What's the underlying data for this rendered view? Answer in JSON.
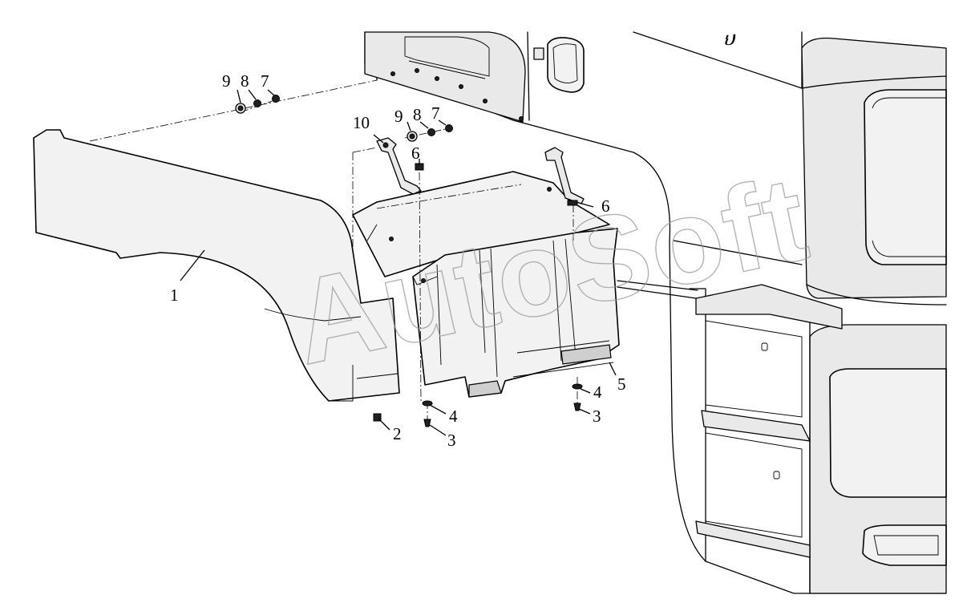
{
  "watermark": "AutoSoft",
  "cab_emblem": "ህ",
  "callouts": [
    {
      "id": "c1",
      "label": "1"
    },
    {
      "id": "c2",
      "label": "2"
    },
    {
      "id": "c3a",
      "label": "3"
    },
    {
      "id": "c3b",
      "label": "3"
    },
    {
      "id": "c4a",
      "label": "4"
    },
    {
      "id": "c4b",
      "label": "4"
    },
    {
      "id": "c5",
      "label": "5"
    },
    {
      "id": "c6a",
      "label": "6"
    },
    {
      "id": "c6b",
      "label": "6"
    },
    {
      "id": "c7a",
      "label": "7"
    },
    {
      "id": "c7b",
      "label": "7"
    },
    {
      "id": "c8a",
      "label": "8"
    },
    {
      "id": "c8b",
      "label": "8"
    },
    {
      "id": "c9a",
      "label": "9"
    },
    {
      "id": "c9b",
      "label": "9"
    },
    {
      "id": "c10",
      "label": "10"
    }
  ]
}
